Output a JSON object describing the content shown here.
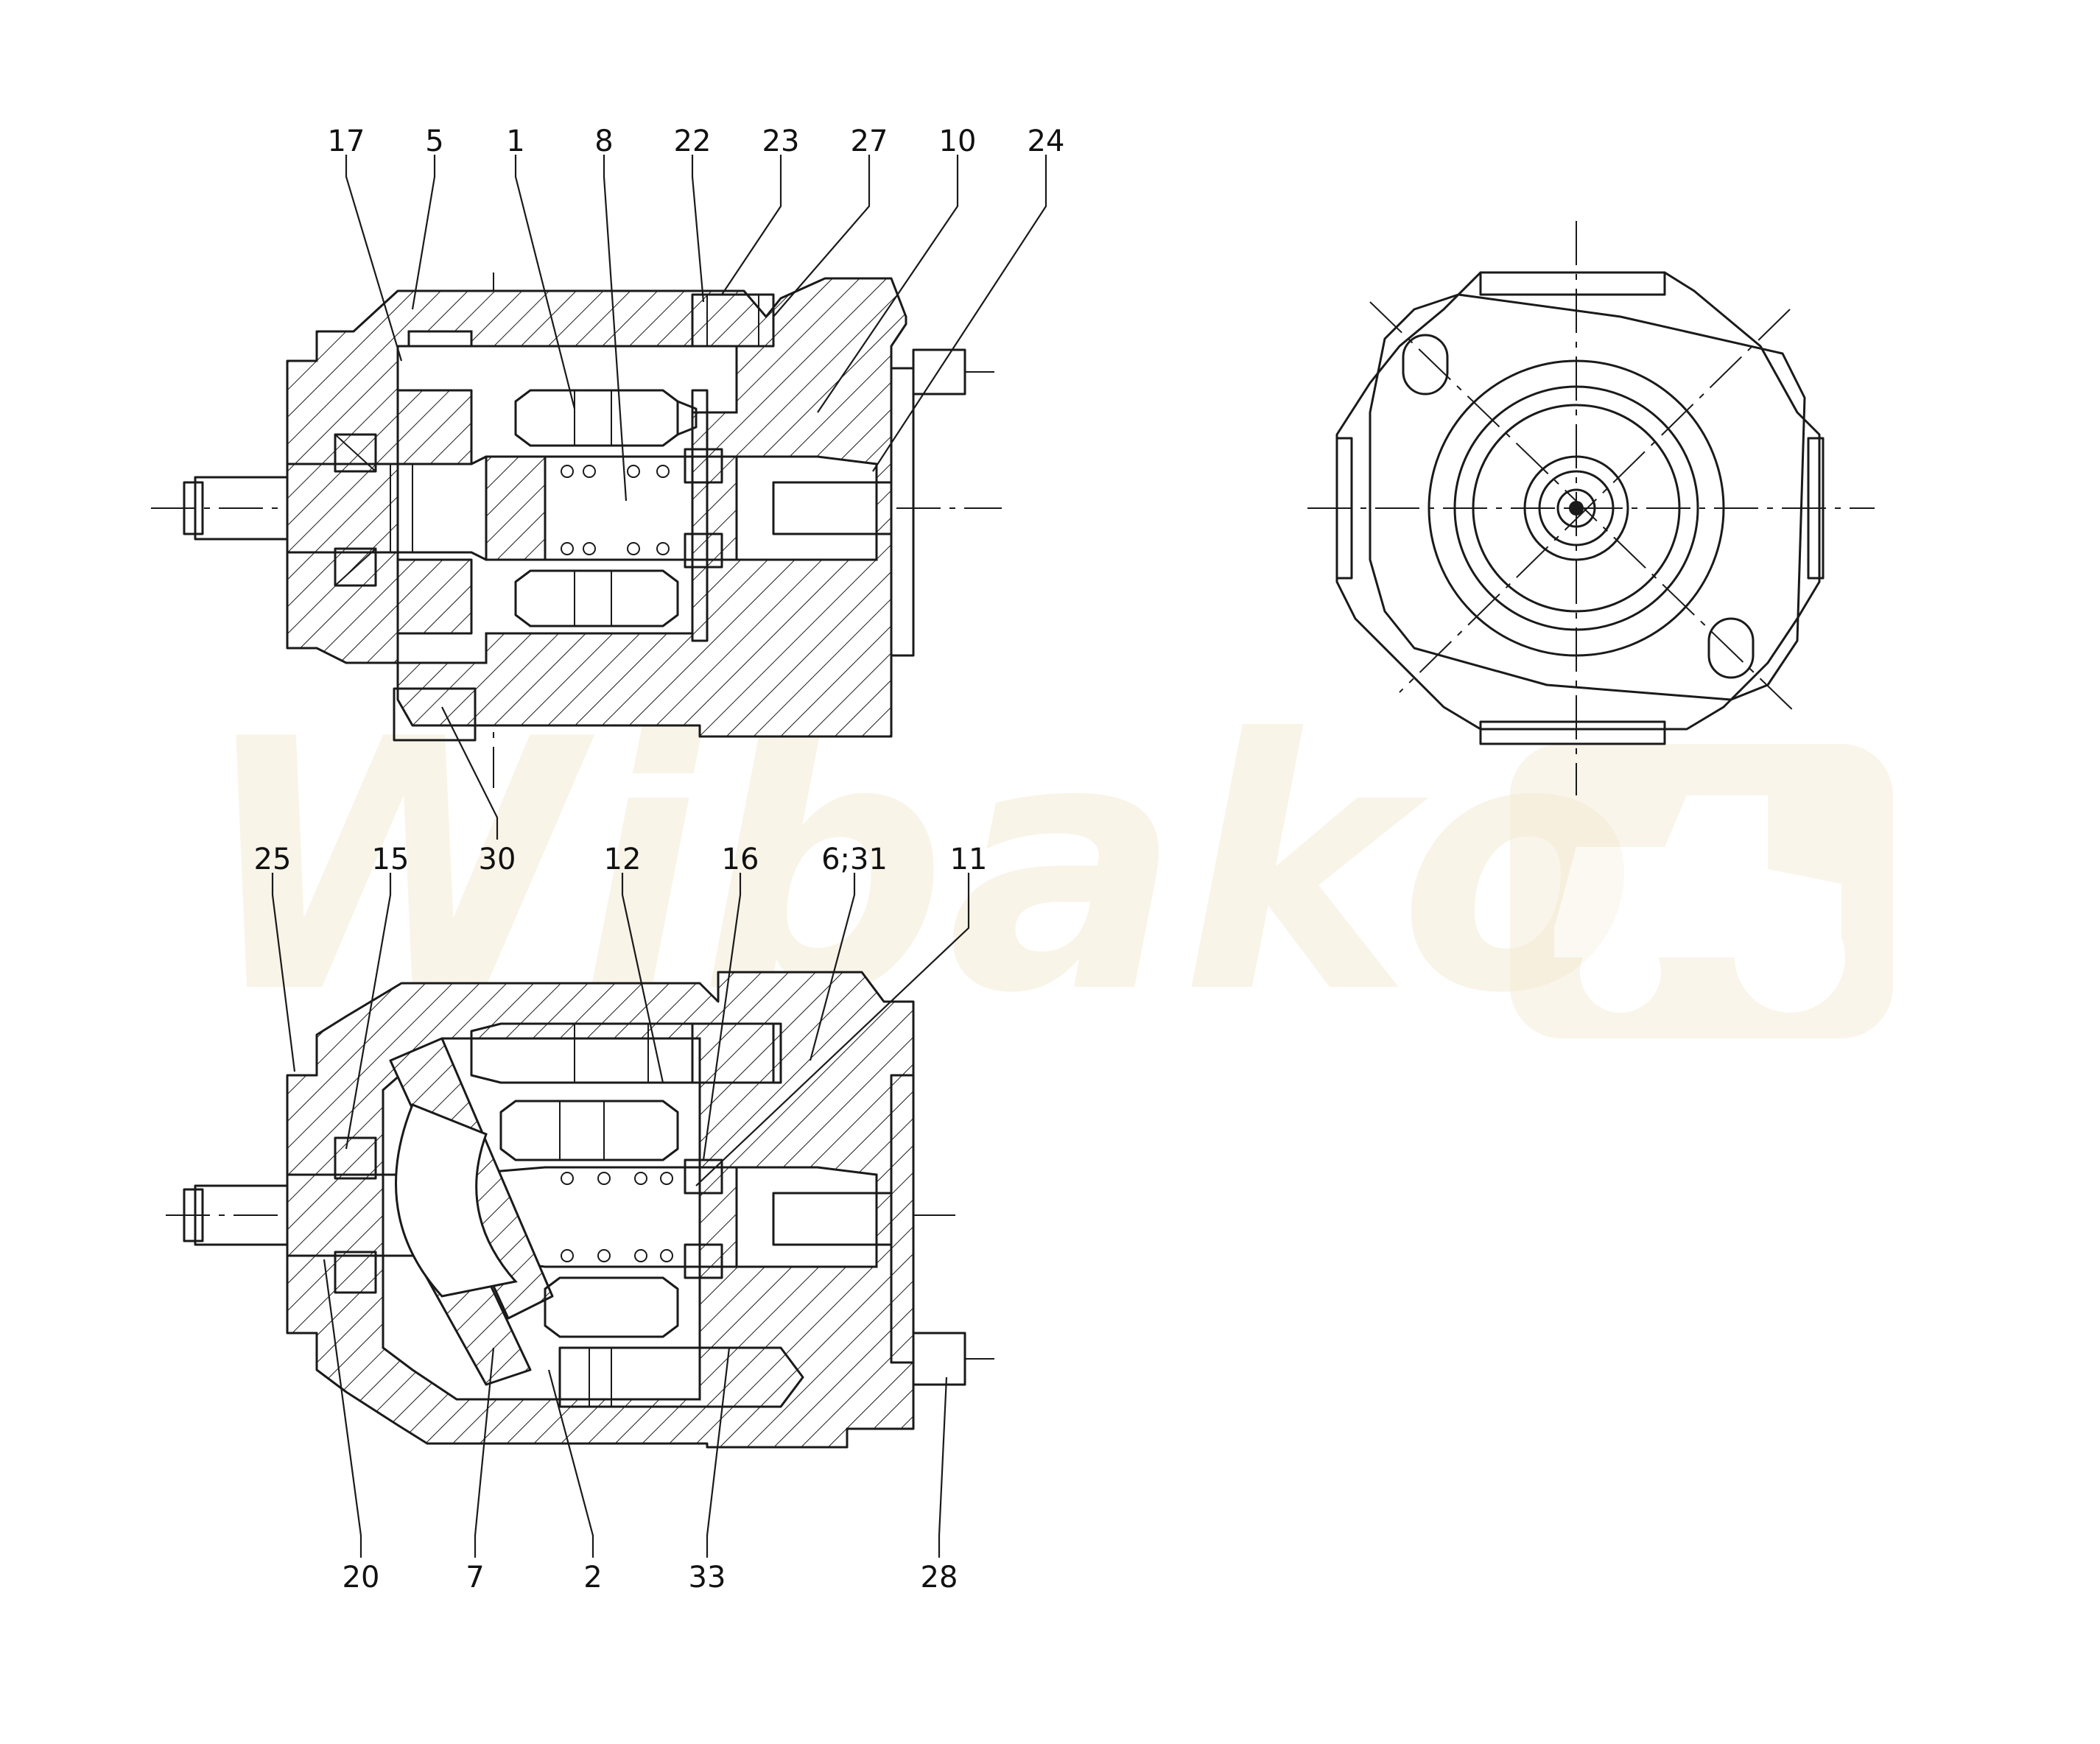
{
  "watermark": {
    "text": "Wibako",
    "color": "#f3e7c8",
    "icon": "tractor-icon"
  },
  "views": {
    "top_section": {
      "callouts": [
        "17",
        "5",
        "1",
        "8",
        "22",
        "23",
        "27",
        "10",
        "24",
        "30"
      ]
    },
    "bottom_section": {
      "callouts_top": [
        "25",
        "15",
        "12",
        "16",
        "6;31",
        "11"
      ],
      "callouts_bottom": [
        "20",
        "7",
        "2",
        "33",
        "28"
      ]
    },
    "end_view": {
      "callouts": []
    }
  }
}
